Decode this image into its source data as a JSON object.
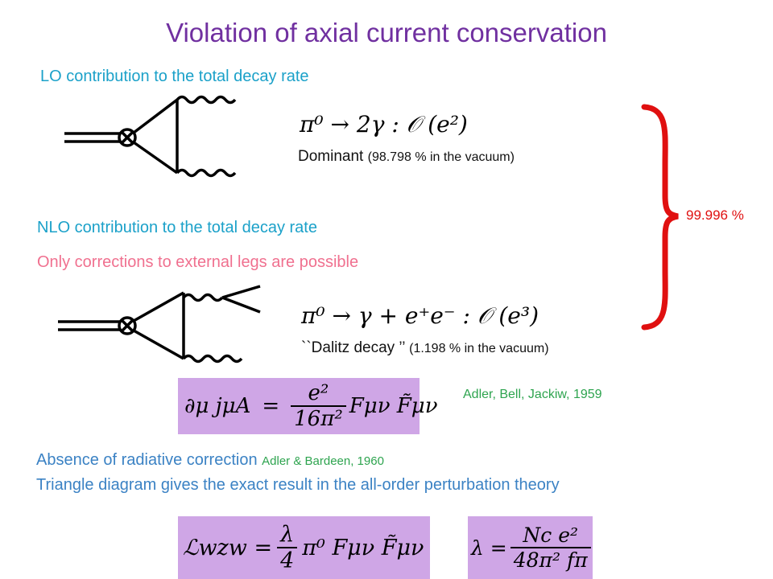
{
  "title": "Violation of axial current conservation",
  "lo": {
    "heading": "LO contribution to the total decay rate",
    "formula": "π⁰ → 2γ : 𝒪 (e²)",
    "note_main": "Dominant",
    "note_paren": "(98.798 % in the vacuum)"
  },
  "nlo": {
    "heading": "NLO contribution to the total decay rate",
    "subheading": "Only corrections to external legs are possible",
    "formula": "π⁰ → γ + e⁺e⁻ : 𝒪 (e³)",
    "note_main": "``Dalitz decay ’’",
    "note_paren": "(1.198 % in the vacuum)"
  },
  "brace_label": "99.996 %",
  "anomaly": {
    "lhs": "∂μ jμA",
    "eq": "=",
    "num": "e²",
    "den": "16π²",
    "rest": "Fμν F̃μν",
    "citation": "Adler, Bell, Jackiw, 1959"
  },
  "radiative": {
    "line1": "Absence of radiative correction",
    "line1_cite": "Adler & Bardeen, 1960",
    "line2": "Triangle diagram gives the exact result in the all-order perturbation theory"
  },
  "lagrangian": {
    "lhs": "ℒwzw =",
    "num": "λ",
    "den": "4",
    "rest": "π⁰ Fμν F̃μν"
  },
  "lambda_def": {
    "lhs": "λ =",
    "num": "Nc e²",
    "den": "48π² fπ"
  },
  "colors": {
    "title": "#7030a0",
    "heading": "#1ba1c9",
    "warning": "#f0708f",
    "brace": "#e01010",
    "citation": "#2ea44f",
    "box": "#cfa6e6"
  }
}
